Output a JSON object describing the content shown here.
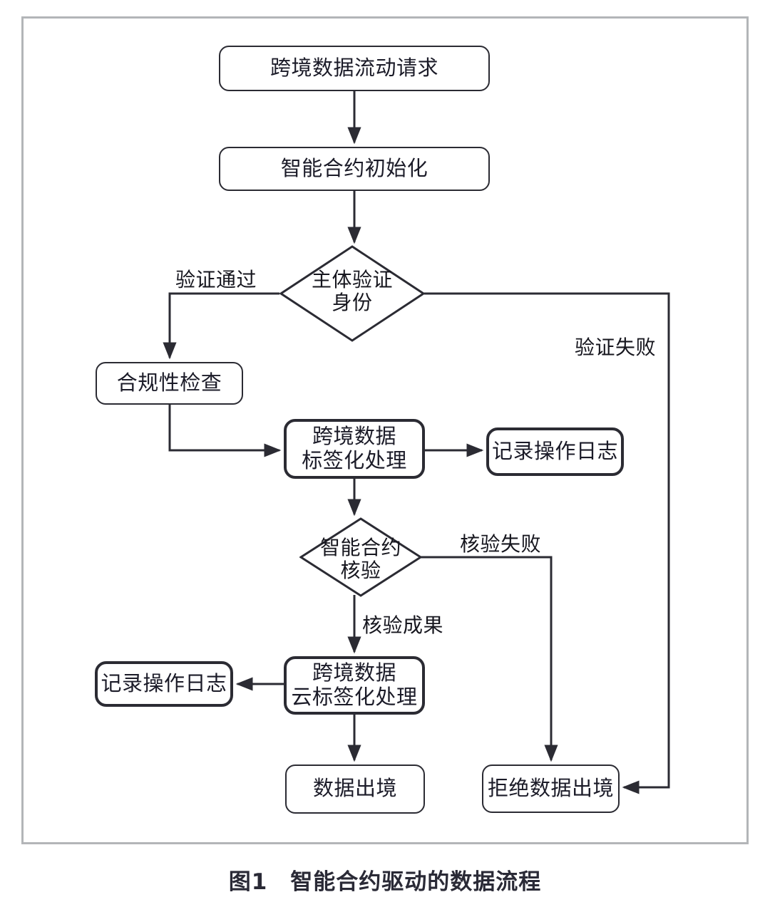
{
  "figure": {
    "caption": "图1　智能合约驱动的数据流程",
    "frame_color": "#b3b5b8",
    "line_color": "#2b2b33",
    "text_color": "#1b1b28"
  },
  "chart_data": {
    "type": "diagram",
    "title": "图1　智能合约驱动的数据流程",
    "nodes": [
      {
        "id": "n1",
        "shape": "rounded-rect",
        "label": "跨境数据流动请求"
      },
      {
        "id": "n2",
        "shape": "rounded-rect",
        "label": "智能合约初始化"
      },
      {
        "id": "d1",
        "shape": "diamond",
        "label_line1": "主体验证",
        "label_line2": "身份"
      },
      {
        "id": "n3",
        "shape": "rounded-rect",
        "label": "合规性检查"
      },
      {
        "id": "n4",
        "shape": "rounded-rect",
        "label_line1": "跨境数据",
        "label_line2": "标签化处理"
      },
      {
        "id": "n5",
        "shape": "rounded-rect",
        "label": "记录操作日志"
      },
      {
        "id": "d2",
        "shape": "diamond",
        "label_line1": "智能合约",
        "label_line2": "核验"
      },
      {
        "id": "n6",
        "shape": "rounded-rect",
        "label_line1": "跨境数据",
        "label_line2": "云标签化处理"
      },
      {
        "id": "n7",
        "shape": "rounded-rect",
        "label": "记录操作日志"
      },
      {
        "id": "n8",
        "shape": "rounded-rect",
        "label": "数据出境"
      },
      {
        "id": "n9",
        "shape": "rounded-rect",
        "label": "拒绝数据出境"
      }
    ],
    "edges": [
      {
        "from": "n1",
        "to": "n2",
        "label": ""
      },
      {
        "from": "n2",
        "to": "d1",
        "label": ""
      },
      {
        "from": "d1",
        "to": "n3",
        "label": "验证通过"
      },
      {
        "from": "d1",
        "to": "n9",
        "label": "验证失败"
      },
      {
        "from": "n3",
        "to": "n4",
        "label": ""
      },
      {
        "from": "n4",
        "to": "n5",
        "label": ""
      },
      {
        "from": "n4",
        "to": "d2",
        "label": ""
      },
      {
        "from": "d2",
        "to": "n6",
        "label": "核验成果"
      },
      {
        "from": "d2",
        "to": "n9",
        "label": "核验失败"
      },
      {
        "from": "n6",
        "to": "n7",
        "label": ""
      },
      {
        "from": "n6",
        "to": "n8",
        "label": ""
      }
    ]
  },
  "nodes": {
    "request": "跨境数据流动请求",
    "init": "智能合约初始化",
    "verify_l1": "主体验证",
    "verify_l2": "身份",
    "compliance": "合规性检查",
    "tag_l1": "跨境数据",
    "tag_l2": "标签化处理",
    "log_top": "记录操作日志",
    "contract_check_l1": "智能合约",
    "contract_check_l2": "核验",
    "cloudtag_l1": "跨境数据",
    "cloudtag_l2": "云标签化处理",
    "log_bottom": "记录操作日志",
    "data_out": "数据出境",
    "data_reject": "拒绝数据出境"
  },
  "edge_labels": {
    "verify_pass": "验证通过",
    "verify_fail": "验证失败",
    "check_fail": "核验失败",
    "check_pass": "核验成果"
  }
}
